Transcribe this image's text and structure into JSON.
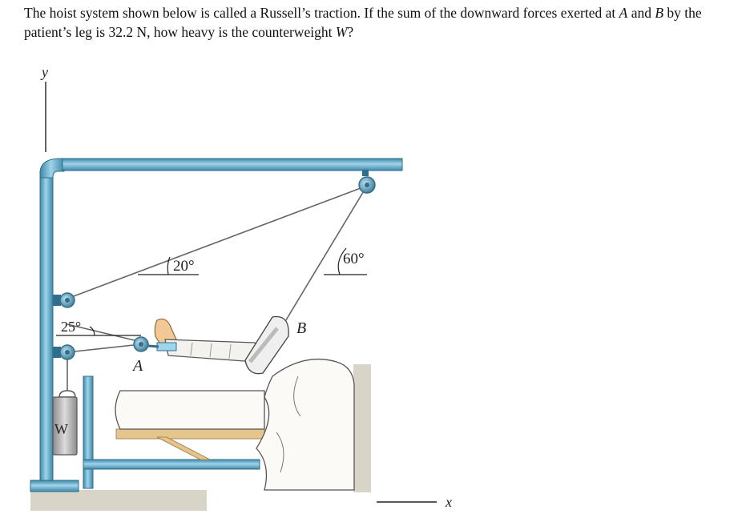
{
  "question": {
    "text_1": "The hoist system shown below is called a Russell’s traction.  If the sum of the downward forces exerted at ",
    "point_a": "A",
    "text_2": " and ",
    "point_b": "B",
    "text_3": " by the patient’s leg is 32.2 N, how heavy is the counterweight ",
    "weight_symbol": "W",
    "text_4": "?"
  },
  "figure": {
    "axis_y_label": "y",
    "axis_x_label": "x",
    "angle_top_left": "20°",
    "angle_top_right": "60°",
    "angle_left": "25°",
    "label_a": "A",
    "label_b": "B",
    "label_w": "W"
  },
  "colors": {
    "pipe": "#6fb6d4",
    "pipe_dark": "#2f6f8c",
    "floor": "#d9d4c8",
    "bed_wood": "#e6c58c",
    "cast": "#f4f2ee",
    "weight": "#b4b4b4"
  }
}
